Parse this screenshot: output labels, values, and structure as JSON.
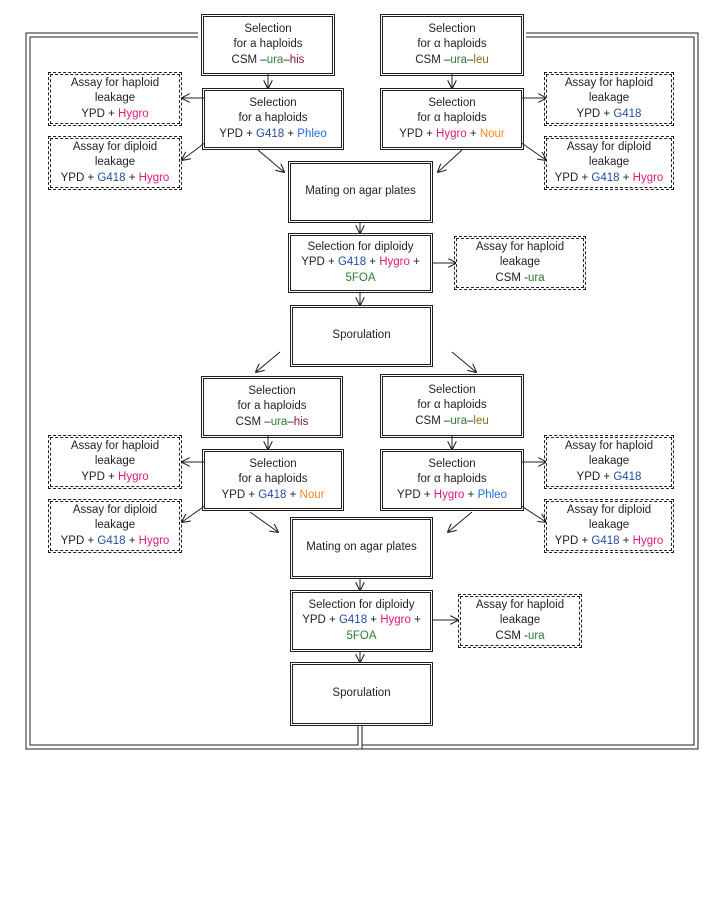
{
  "colors": {
    "ura": "#2e7d32",
    "his": "#8b1a2b",
    "leu": "#8a6d16",
    "G418": "#1f4e9c",
    "Hygro": "#e0197d",
    "Phleo": "#1f6fd1",
    "Nour": "#f08a1c",
    "5FOA": "#2e7d32",
    "text": "#231f20"
  },
  "nodes": {
    "sel_a_top": {
      "lines": [
        [
          {
            "t": "Selection",
            "c": "plain"
          }
        ],
        [
          {
            "t": "for a haploids",
            "c": "plain"
          }
        ],
        [
          {
            "t": "CSM –",
            "c": "plain"
          },
          {
            "t": "ura",
            "c": "ura"
          },
          {
            "t": "–",
            "c": "plain"
          },
          {
            "t": "his",
            "c": "his"
          }
        ]
      ]
    },
    "sel_alpha_top": {
      "lines": [
        [
          {
            "t": "Selection",
            "c": "plain"
          }
        ],
        [
          {
            "t": "for α haploids",
            "c": "plain"
          }
        ],
        [
          {
            "t": "CSM –",
            "c": "plain"
          },
          {
            "t": "ura",
            "c": "ura"
          },
          {
            "t": "–",
            "c": "plain"
          },
          {
            "t": "leu",
            "c": "leu"
          }
        ]
      ]
    },
    "sel_a_drug1": {
      "lines": [
        [
          {
            "t": "Selection",
            "c": "plain"
          }
        ],
        [
          {
            "t": "for a haploids",
            "c": "plain"
          }
        ],
        [
          {
            "t": "YPD + ",
            "c": "plain"
          },
          {
            "t": "G418",
            "c": "G418"
          },
          {
            "t": " + ",
            "c": "plain"
          },
          {
            "t": "Phleo",
            "c": "Phleo"
          }
        ]
      ]
    },
    "sel_alpha_drug1": {
      "lines": [
        [
          {
            "t": "Selection",
            "c": "plain"
          }
        ],
        [
          {
            "t": "for α haploids",
            "c": "plain"
          }
        ],
        [
          {
            "t": "YPD + ",
            "c": "plain"
          },
          {
            "t": "Hygro",
            "c": "Hygro"
          },
          {
            "t": " + ",
            "c": "plain"
          },
          {
            "t": "Nour",
            "c": "Nour"
          }
        ]
      ]
    },
    "assay_hap_L1": {
      "lines": [
        [
          {
            "t": "Assay for haploid",
            "c": "plain"
          }
        ],
        [
          {
            "t": "leakage",
            "c": "plain"
          }
        ],
        [
          {
            "t": "YPD + ",
            "c": "plain"
          },
          {
            "t": "Hygro",
            "c": "Hygro"
          }
        ]
      ]
    },
    "assay_dip_L1": {
      "lines": [
        [
          {
            "t": "Assay for diploid",
            "c": "plain"
          }
        ],
        [
          {
            "t": "leakage",
            "c": "plain"
          }
        ],
        [
          {
            "t": "YPD + ",
            "c": "plain"
          },
          {
            "t": "G418",
            "c": "G418"
          },
          {
            "t": " + ",
            "c": "plain"
          },
          {
            "t": "Hygro",
            "c": "Hygro"
          }
        ]
      ]
    },
    "assay_hap_R1": {
      "lines": [
        [
          {
            "t": "Assay for haploid",
            "c": "plain"
          }
        ],
        [
          {
            "t": "leakage",
            "c": "plain"
          }
        ],
        [
          {
            "t": "YPD + ",
            "c": "plain"
          },
          {
            "t": "G418",
            "c": "G418"
          }
        ]
      ]
    },
    "assay_dip_R1": {
      "lines": [
        [
          {
            "t": "Assay for diploid",
            "c": "plain"
          }
        ],
        [
          {
            "t": "leakage",
            "c": "plain"
          }
        ],
        [
          {
            "t": "YPD + ",
            "c": "plain"
          },
          {
            "t": "G418",
            "c": "G418"
          },
          {
            "t": " + ",
            "c": "plain"
          },
          {
            "t": "Hygro",
            "c": "Hygro"
          }
        ]
      ]
    },
    "mating1": {
      "lines": [
        [
          {
            "t": "Mating on agar plates",
            "c": "plain"
          }
        ]
      ]
    },
    "sel_dip1": {
      "lines": [
        [
          {
            "t": "Selection for diploidy",
            "c": "plain"
          }
        ],
        [
          {
            "t": "YPD + ",
            "c": "plain"
          },
          {
            "t": "G418",
            "c": "G418"
          },
          {
            "t": " + ",
            "c": "plain"
          },
          {
            "t": "Hygro",
            "c": "Hygro"
          },
          {
            "t": " +",
            "c": "plain"
          }
        ],
        [
          {
            "t": "5FOA",
            "c": "5FOA"
          }
        ]
      ]
    },
    "assay_hap_csm1": {
      "lines": [
        [
          {
            "t": "Assay for haploid",
            "c": "plain"
          }
        ],
        [
          {
            "t": "leakage",
            "c": "plain"
          }
        ],
        [
          {
            "t": "CSM -",
            "c": "plain"
          },
          {
            "t": "ura",
            "c": "ura"
          }
        ]
      ]
    },
    "spor1": {
      "lines": [
        [
          {
            "t": "Sporulation",
            "c": "plain"
          }
        ]
      ]
    },
    "sel_a_mid": {
      "lines": [
        [
          {
            "t": "Selection",
            "c": "plain"
          }
        ],
        [
          {
            "t": "for a haploids",
            "c": "plain"
          }
        ],
        [
          {
            "t": "CSM –",
            "c": "plain"
          },
          {
            "t": "ura",
            "c": "ura"
          },
          {
            "t": "–",
            "c": "plain"
          },
          {
            "t": "his",
            "c": "his"
          }
        ]
      ]
    },
    "sel_alpha_mid": {
      "lines": [
        [
          {
            "t": "Selection",
            "c": "plain"
          }
        ],
        [
          {
            "t": "for α haploids",
            "c": "plain"
          }
        ],
        [
          {
            "t": "CSM –",
            "c": "plain"
          },
          {
            "t": "ura",
            "c": "ura"
          },
          {
            "t": "–",
            "c": "plain"
          },
          {
            "t": "leu",
            "c": "leu"
          }
        ]
      ]
    },
    "sel_a_drug2": {
      "lines": [
        [
          {
            "t": "Selection",
            "c": "plain"
          }
        ],
        [
          {
            "t": "for a haploids",
            "c": "plain"
          }
        ],
        [
          {
            "t": "YPD + ",
            "c": "plain"
          },
          {
            "t": "G418",
            "c": "G418"
          },
          {
            "t": " + ",
            "c": "plain"
          },
          {
            "t": "Nour",
            "c": "Nour"
          }
        ]
      ]
    },
    "sel_alpha_drug2": {
      "lines": [
        [
          {
            "t": "Selection",
            "c": "plain"
          }
        ],
        [
          {
            "t": "for α haploids",
            "c": "plain"
          }
        ],
        [
          {
            "t": "YPD + ",
            "c": "plain"
          },
          {
            "t": "Hygro",
            "c": "Hygro"
          },
          {
            "t": " + ",
            "c": "plain"
          },
          {
            "t": "Phleo",
            "c": "Phleo"
          }
        ]
      ]
    },
    "assay_hap_L2": {
      "lines": [
        [
          {
            "t": "Assay for haploid",
            "c": "plain"
          }
        ],
        [
          {
            "t": "leakage",
            "c": "plain"
          }
        ],
        [
          {
            "t": "YPD + ",
            "c": "plain"
          },
          {
            "t": "Hygro",
            "c": "Hygro"
          }
        ]
      ]
    },
    "assay_dip_L2": {
      "lines": [
        [
          {
            "t": "Assay for diploid",
            "c": "plain"
          }
        ],
        [
          {
            "t": "leakage",
            "c": "plain"
          }
        ],
        [
          {
            "t": "YPD + ",
            "c": "plain"
          },
          {
            "t": "G418",
            "c": "G418"
          },
          {
            "t": " + ",
            "c": "plain"
          },
          {
            "t": "Hygro",
            "c": "Hygro"
          }
        ]
      ]
    },
    "assay_hap_R2": {
      "lines": [
        [
          {
            "t": "Assay for haploid",
            "c": "plain"
          }
        ],
        [
          {
            "t": "leakage",
            "c": "plain"
          }
        ],
        [
          {
            "t": "YPD + ",
            "c": "plain"
          },
          {
            "t": "G418",
            "c": "G418"
          }
        ]
      ]
    },
    "assay_dip_R2": {
      "lines": [
        [
          {
            "t": "Assay for diploid",
            "c": "plain"
          }
        ],
        [
          {
            "t": "leakage",
            "c": "plain"
          }
        ],
        [
          {
            "t": "YPD + ",
            "c": "plain"
          },
          {
            "t": "G418",
            "c": "G418"
          },
          {
            "t": " + ",
            "c": "plain"
          },
          {
            "t": "Hygro",
            "c": "Hygro"
          }
        ]
      ]
    },
    "mating2": {
      "lines": [
        [
          {
            "t": "Mating on agar plates",
            "c": "plain"
          }
        ]
      ]
    },
    "sel_dip2": {
      "lines": [
        [
          {
            "t": "Selection for diploidy",
            "c": "plain"
          }
        ],
        [
          {
            "t": "YPD + ",
            "c": "plain"
          },
          {
            "t": "G418",
            "c": "G418"
          },
          {
            "t": " + ",
            "c": "plain"
          },
          {
            "t": "Hygro",
            "c": "Hygro"
          },
          {
            "t": " +",
            "c": "plain"
          }
        ],
        [
          {
            "t": "5FOA",
            "c": "5FOA"
          }
        ]
      ]
    },
    "assay_hap_csm2": {
      "lines": [
        [
          {
            "t": "Assay for haploid",
            "c": "plain"
          }
        ],
        [
          {
            "t": "leakage",
            "c": "plain"
          }
        ],
        [
          {
            "t": "CSM -",
            "c": "plain"
          },
          {
            "t": "ura",
            "c": "ura"
          }
        ]
      ]
    },
    "spor2": {
      "lines": [
        [
          {
            "t": "Sporulation",
            "c": "plain"
          }
        ]
      ]
    }
  }
}
